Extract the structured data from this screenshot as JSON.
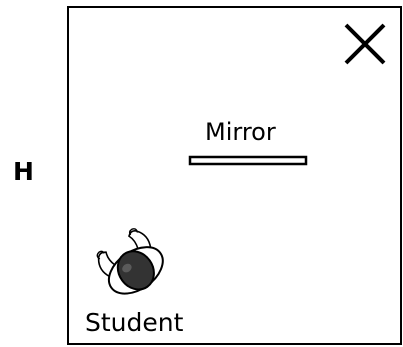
{
  "option": {
    "letter": "H"
  },
  "scene": {
    "mirror_label": "Mirror",
    "student_label": "Student"
  },
  "icons": {
    "marker": "x-mark-icon",
    "person": "student-top-view-icon",
    "mirror": "mirror-icon"
  }
}
